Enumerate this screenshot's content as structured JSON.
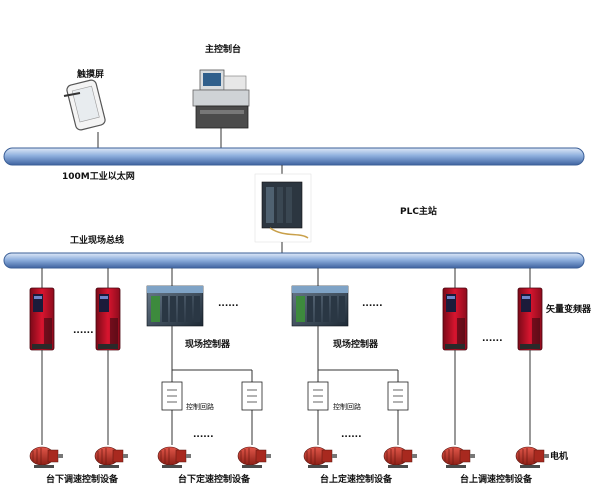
{
  "labels": {
    "touchscreen": "触摸屏",
    "main_console": "主控制台",
    "ethernet": "100M工业以太网",
    "plc_master": "PLC主站",
    "fieldbus": "工业现场总线",
    "field_controller": "现场控制器",
    "control_loop": "控制回路",
    "vector_inverter": "矢量变频器",
    "motor": "电机",
    "dots_long": "......",
    "dots_short": "......"
  },
  "groups": [
    {
      "id": "below-speed",
      "label": "台下调速控制设备"
    },
    {
      "id": "below-fixed",
      "label": "台下定速控制设备"
    },
    {
      "id": "above-fixed",
      "label": "台上定速控制设备"
    },
    {
      "id": "above-speed",
      "label": "台上调速控制设备"
    }
  ],
  "colors": {
    "bus_blue": "#7ea3d6",
    "bus_dark": "#3b5f97",
    "inverter_red": "#c8102e",
    "motor_red": "#c0392b"
  }
}
